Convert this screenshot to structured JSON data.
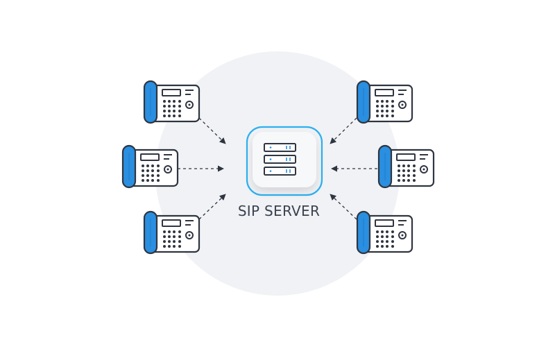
{
  "server": {
    "label": "SIP SERVER",
    "icon": "server-rack-icon",
    "unit_count": 3
  },
  "phones": [
    {
      "id": "phone-left-top",
      "side": "left",
      "row": "top"
    },
    {
      "id": "phone-left-middle",
      "side": "left",
      "row": "middle"
    },
    {
      "id": "phone-left-bottom",
      "side": "left",
      "row": "bottom"
    },
    {
      "id": "phone-right-top",
      "side": "right",
      "row": "top"
    },
    {
      "id": "phone-right-middle",
      "side": "right",
      "row": "middle"
    },
    {
      "id": "phone-right-bottom",
      "side": "right",
      "row": "bottom"
    }
  ],
  "connections": [
    {
      "from": "phone-left-top",
      "to": "sip-server",
      "style": "dashed-arrow"
    },
    {
      "from": "phone-left-middle",
      "to": "sip-server",
      "style": "dashed-arrow"
    },
    {
      "from": "phone-left-bottom",
      "to": "sip-server",
      "style": "dashed-arrow"
    },
    {
      "from": "phone-right-top",
      "to": "sip-server",
      "style": "dashed-arrow"
    },
    {
      "from": "phone-right-middle",
      "to": "sip-server",
      "style": "dashed-arrow"
    },
    {
      "from": "phone-right-bottom",
      "to": "sip-server",
      "style": "dashed-arrow"
    }
  ],
  "colors": {
    "accent": "#2a8fe0",
    "outline": "#2f3540",
    "text": "#3a4250",
    "backdrop": "#f1f2f5",
    "tile": "#f7f8fa",
    "frame": "#2bb0f0"
  }
}
